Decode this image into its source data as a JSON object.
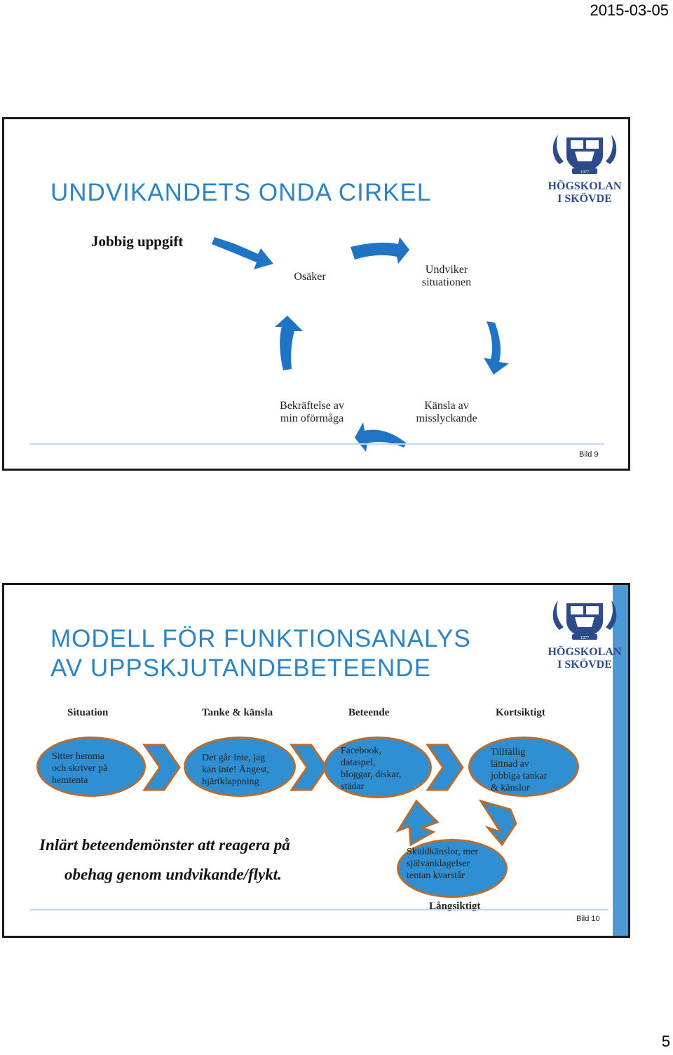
{
  "header": {
    "date": "2015-03-05"
  },
  "page_number": "5",
  "logo": {
    "year": "1977",
    "line1": "HÖGSKOLAN",
    "line2": "I SKÖVDE"
  },
  "slide9": {
    "title": "UNDVIKANDETS ONDA CIRKEL",
    "start_label": "Jobbig uppgift",
    "nodes": {
      "osaker": "Osäker",
      "undviker_1": "Undviker",
      "undviker_2": "situationen",
      "kansla_1": "Känsla av",
      "kansla_2": "misslyckande",
      "bekraftelse_1": "Bekräftelse av",
      "bekraftelse_2": "min oförmåga"
    },
    "slide_number": "Bild 9"
  },
  "slide10": {
    "title_line1": "MODELL FÖR FUNKTIONSANALYS",
    "title_line2": "AV UPPSKJUTANDEBETEENDE",
    "columns": [
      "Situation",
      "Tanke & känsla",
      "Beteende",
      "Kortsiktigt"
    ],
    "ovals": [
      {
        "lines": [
          "Sitter hemma",
          "och skriver på",
          "hemtenta"
        ]
      },
      {
        "lines": [
          "Det går inte, jag",
          "kan inte! Ångest,",
          "hjärtklappning"
        ]
      },
      {
        "lines": [
          "Facebook,",
          "dataspel,",
          "bloggar, diskar,",
          "städar"
        ]
      },
      {
        "lines": [
          "Tillfällig",
          "lättnad av",
          "jobbiga tankar",
          "& känslor"
        ]
      },
      {
        "lines": [
          "Skuldkänslor, mer",
          "självanklagelser",
          "tentan kvarstår"
        ]
      }
    ],
    "learned_line1": "Inlärt beteendemönster att reagera på",
    "learned_line2": "obehag genom undvikande/flykt.",
    "long_term": "Långsiktigt",
    "slide_number": "Bild 10"
  },
  "colors": {
    "title_blue": "#2c84c4",
    "arrow_blue": "#1f74c4",
    "oval_fill": "#2f8fd2",
    "oval_border": "#b66d2f",
    "logo_navy": "#2d4a8a"
  }
}
